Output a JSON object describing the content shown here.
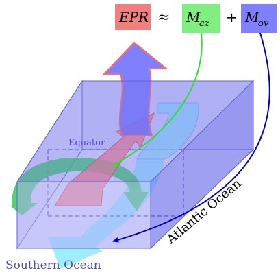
{
  "equation": {
    "lhs": "EPR",
    "relation": "≈",
    "term1_base": "M",
    "term1_sub": "az",
    "operator": "+",
    "term2_base": "M",
    "term2_sub": "ov"
  },
  "labels": {
    "equator": "Equator",
    "atlantic": "Atlantic Ocean",
    "southern": "Southern Ocean"
  },
  "colors": {
    "epr_box": "#f08080",
    "maz_box": "#80ee80",
    "mov_box": "#8080ff",
    "maz_arrow": "#33dd33",
    "mov_arrow": "#0000cc",
    "box_fill": "#7070ee",
    "southern_label": "#4a4acc"
  }
}
